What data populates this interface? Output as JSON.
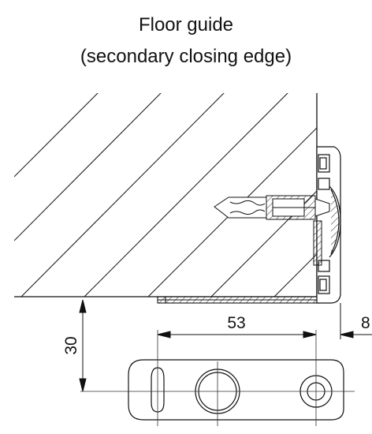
{
  "title": {
    "line1": "Floor guide",
    "line2": "(secondary closing edge)"
  },
  "dimensions": {
    "height": "30",
    "width": "53",
    "right": "8"
  }
}
